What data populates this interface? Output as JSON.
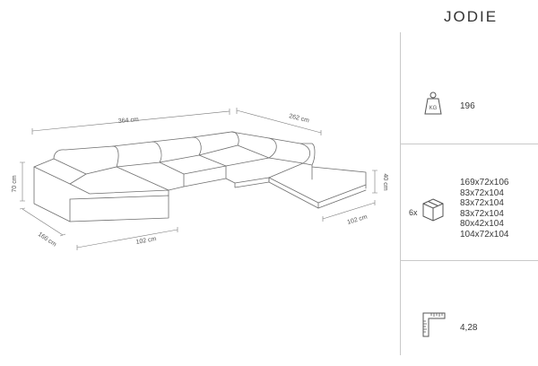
{
  "product": {
    "name": "JODIE"
  },
  "specs": {
    "weight": {
      "icon": "weight-kg-icon",
      "icon_label": "KG",
      "value": "196"
    },
    "packages": {
      "icon": "package-box-icon",
      "count": "6x",
      "dimensions": [
        "169x72x106",
        "83x72x104",
        "83x72x104",
        "83x72x104",
        "80x42x104",
        "104x72x104"
      ]
    },
    "volume": {
      "icon": "measure-ruler-icon",
      "value": "4,28"
    }
  },
  "drawing_dimensions": {
    "width_total": "364 cm",
    "depth_right": "262 cm",
    "height": "70 cm",
    "seat_height": "40 cm",
    "depth_left": "166 cm",
    "chaise_left": "102 cm",
    "chaise_right": "102 cm"
  }
}
